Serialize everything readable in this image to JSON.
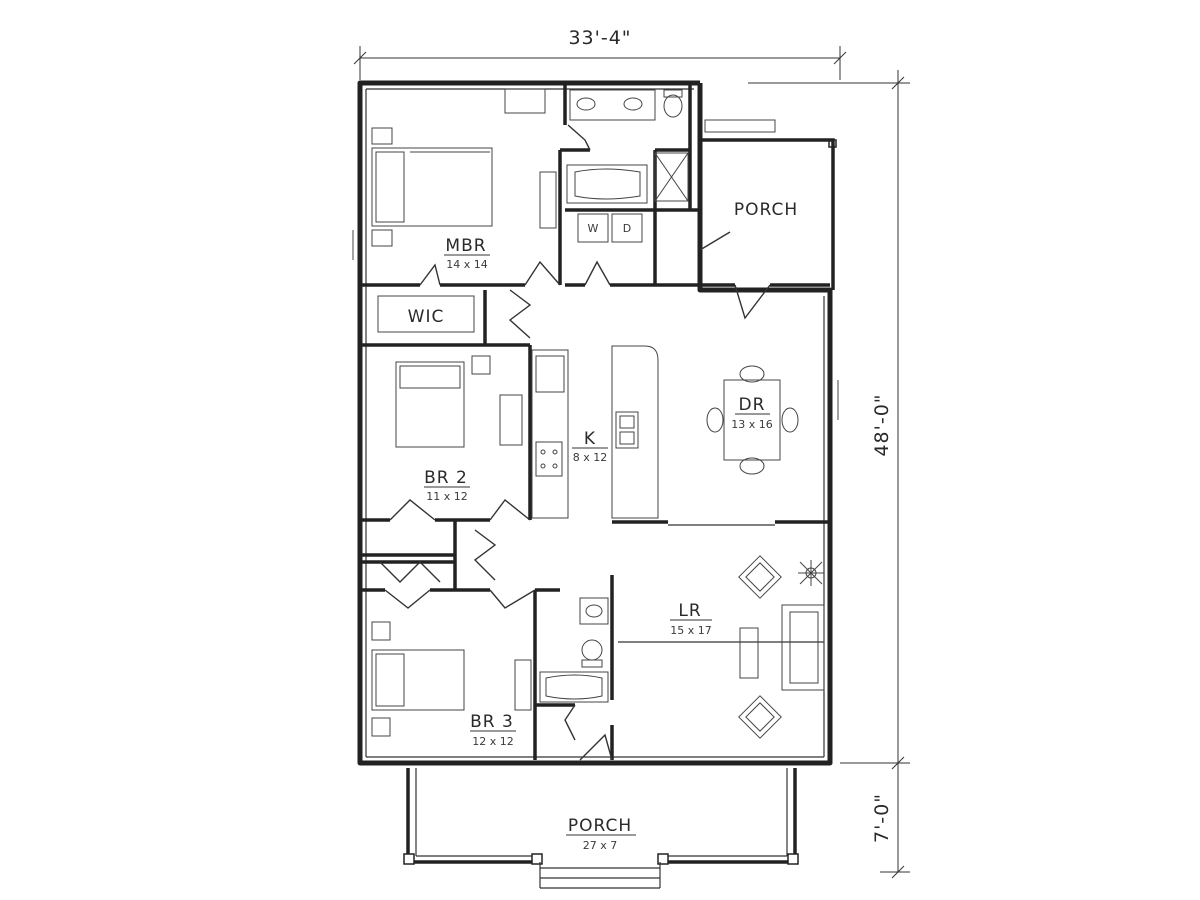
{
  "dimensions": {
    "width": "33'-4\"",
    "depth": "48'-0\"",
    "porch_depth": "7'-0\""
  },
  "rooms": {
    "mbr": {
      "name": "MBR",
      "size": "14 x 14"
    },
    "wic": {
      "name": "WIC"
    },
    "porch_side": {
      "name": "PORCH"
    },
    "br2": {
      "name": "BR 2",
      "size": "11 x 12"
    },
    "kitchen": {
      "name": "K",
      "size": "8 x 12"
    },
    "dr": {
      "name": "DR",
      "size": "13 x 16"
    },
    "br3": {
      "name": "BR 3",
      "size": "12 x 12"
    },
    "lr": {
      "name": "LR",
      "size": "15 x 17"
    },
    "porch_front": {
      "name": "PORCH",
      "size": "27 x 7"
    }
  },
  "appliance_labels": {
    "washer": "W",
    "dryer": "D"
  }
}
